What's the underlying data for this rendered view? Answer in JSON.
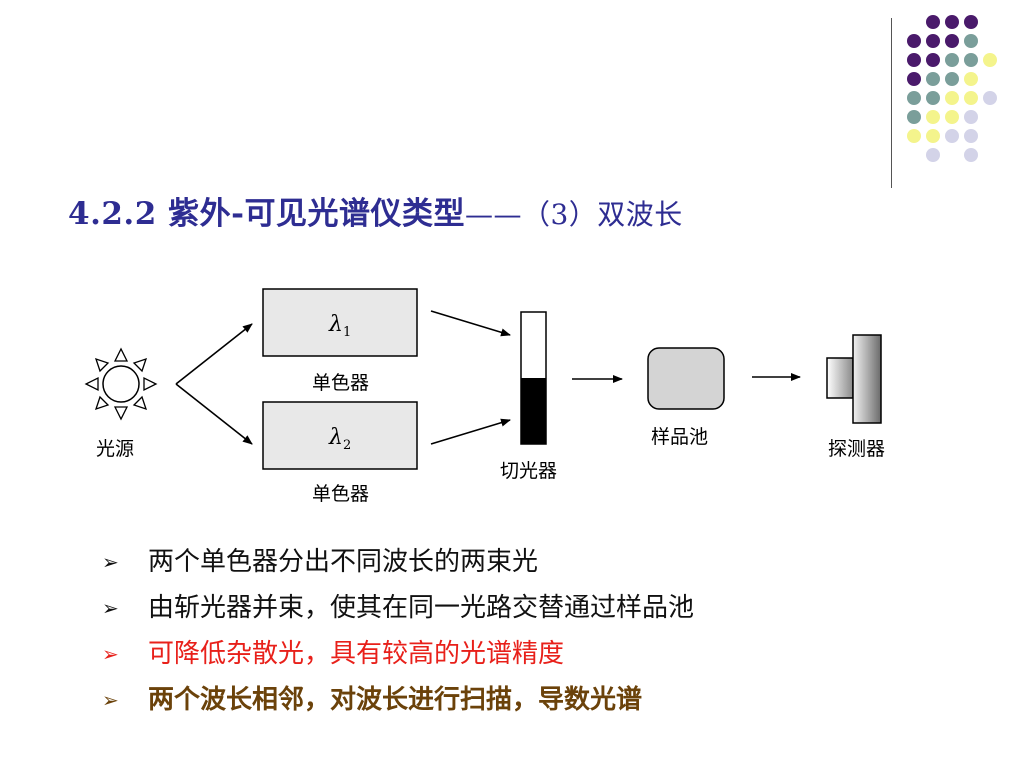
{
  "slide": {
    "title": "4.2.2  紫外-可见光谱仪类型",
    "subtitle": "——（3）双波长"
  },
  "diagram": {
    "source_label": "光源",
    "mono1_symbol": "λ",
    "mono1_subscript": "1",
    "mono1_label": "单色器",
    "mono2_symbol": "λ",
    "mono2_subscript": "2",
    "mono2_label": "单色器",
    "chopper_label": "切光器",
    "sample_label": "样品池",
    "detector_label": "探测器"
  },
  "bullets": [
    {
      "marker": "➢",
      "text": "两个单色器分出不同波长的两束光"
    },
    {
      "marker": "➢",
      "text": "由斩光器并束，使其在同一光路交替通过样品池"
    },
    {
      "marker": "➢",
      "text": "可降低杂散光，具有较高的光谱精度"
    },
    {
      "marker": "➢",
      "text": "两个波长相邻，对波长进行扫描，导数光谱"
    }
  ],
  "colors": {
    "title": "#2e2d92",
    "highlight_red": "#e8201a",
    "highlight_brown": "#6b420a",
    "dot_purple": "#4a1a6b",
    "dot_teal": "#7a9e9a",
    "dot_yellow": "#f4f48c",
    "dot_lavender": "#d3d3e8"
  }
}
